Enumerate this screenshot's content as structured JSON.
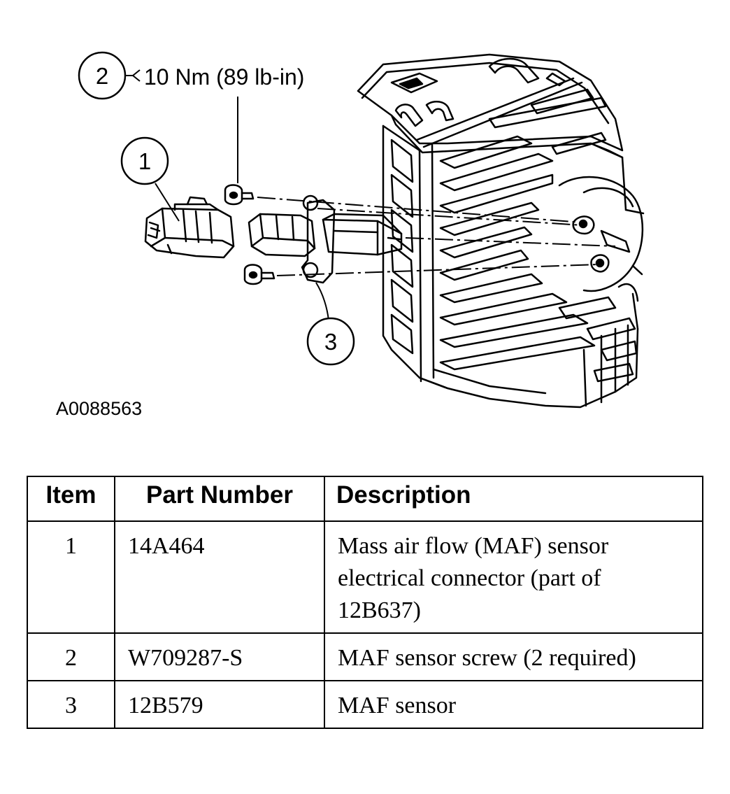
{
  "diagram": {
    "torque_spec": "10 Nm (89 lb-in)",
    "figure_id": "A0088563",
    "callouts": [
      {
        "number": "1"
      },
      {
        "number": "2"
      },
      {
        "number": "3"
      }
    ]
  },
  "table": {
    "headers": {
      "item": "Item",
      "part_number": "Part Number",
      "description": "Description"
    },
    "rows": [
      {
        "item": "1",
        "part_number": "14A464",
        "description": "Mass air flow (MAF) sensor electrical connector (part of 12B637)"
      },
      {
        "item": "2",
        "part_number": "W709287-S",
        "description": "MAF sensor screw (2 required)"
      },
      {
        "item": "3",
        "part_number": "12B579",
        "description": "MAF sensor"
      }
    ]
  }
}
